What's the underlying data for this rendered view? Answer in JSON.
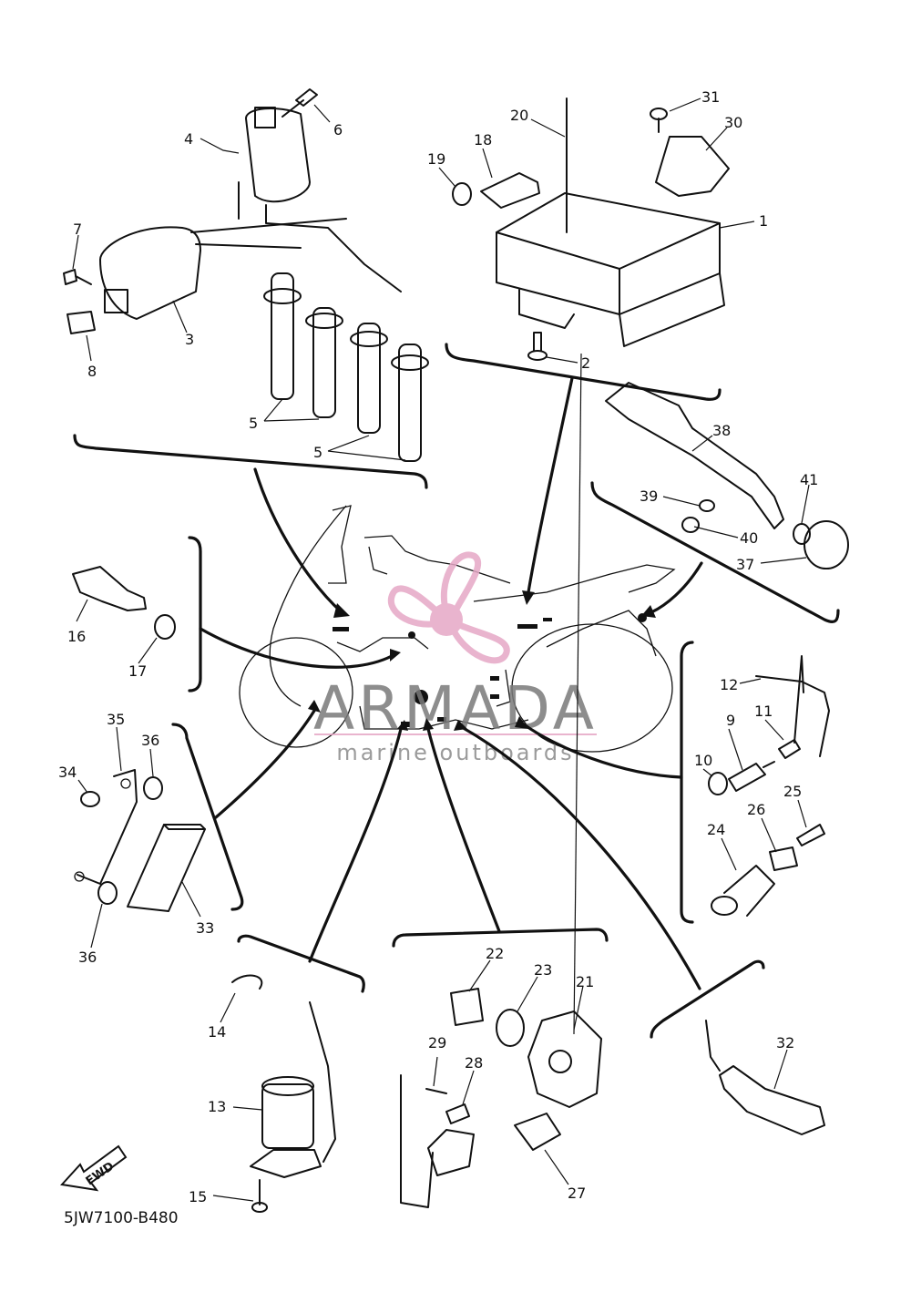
{
  "diagram": {
    "code": "5JW7100-B480",
    "fwd_label": "FWD",
    "watermark": {
      "brand": "ARMADA",
      "tagline": "marine outboards",
      "pink": "#e6a8c6",
      "gray": "#7a7a7a"
    },
    "part_numbers": [
      "1",
      "2",
      "3",
      "4",
      "5",
      "5",
      "6",
      "7",
      "8",
      "9",
      "10",
      "11",
      "12",
      "13",
      "14",
      "15",
      "16",
      "17",
      "18",
      "19",
      "20",
      "21",
      "22",
      "23",
      "24",
      "25",
      "26",
      "27",
      "28",
      "29",
      "30",
      "31",
      "32",
      "33",
      "34",
      "35",
      "36",
      "36",
      "37",
      "38",
      "39",
      "40",
      "41"
    ]
  }
}
